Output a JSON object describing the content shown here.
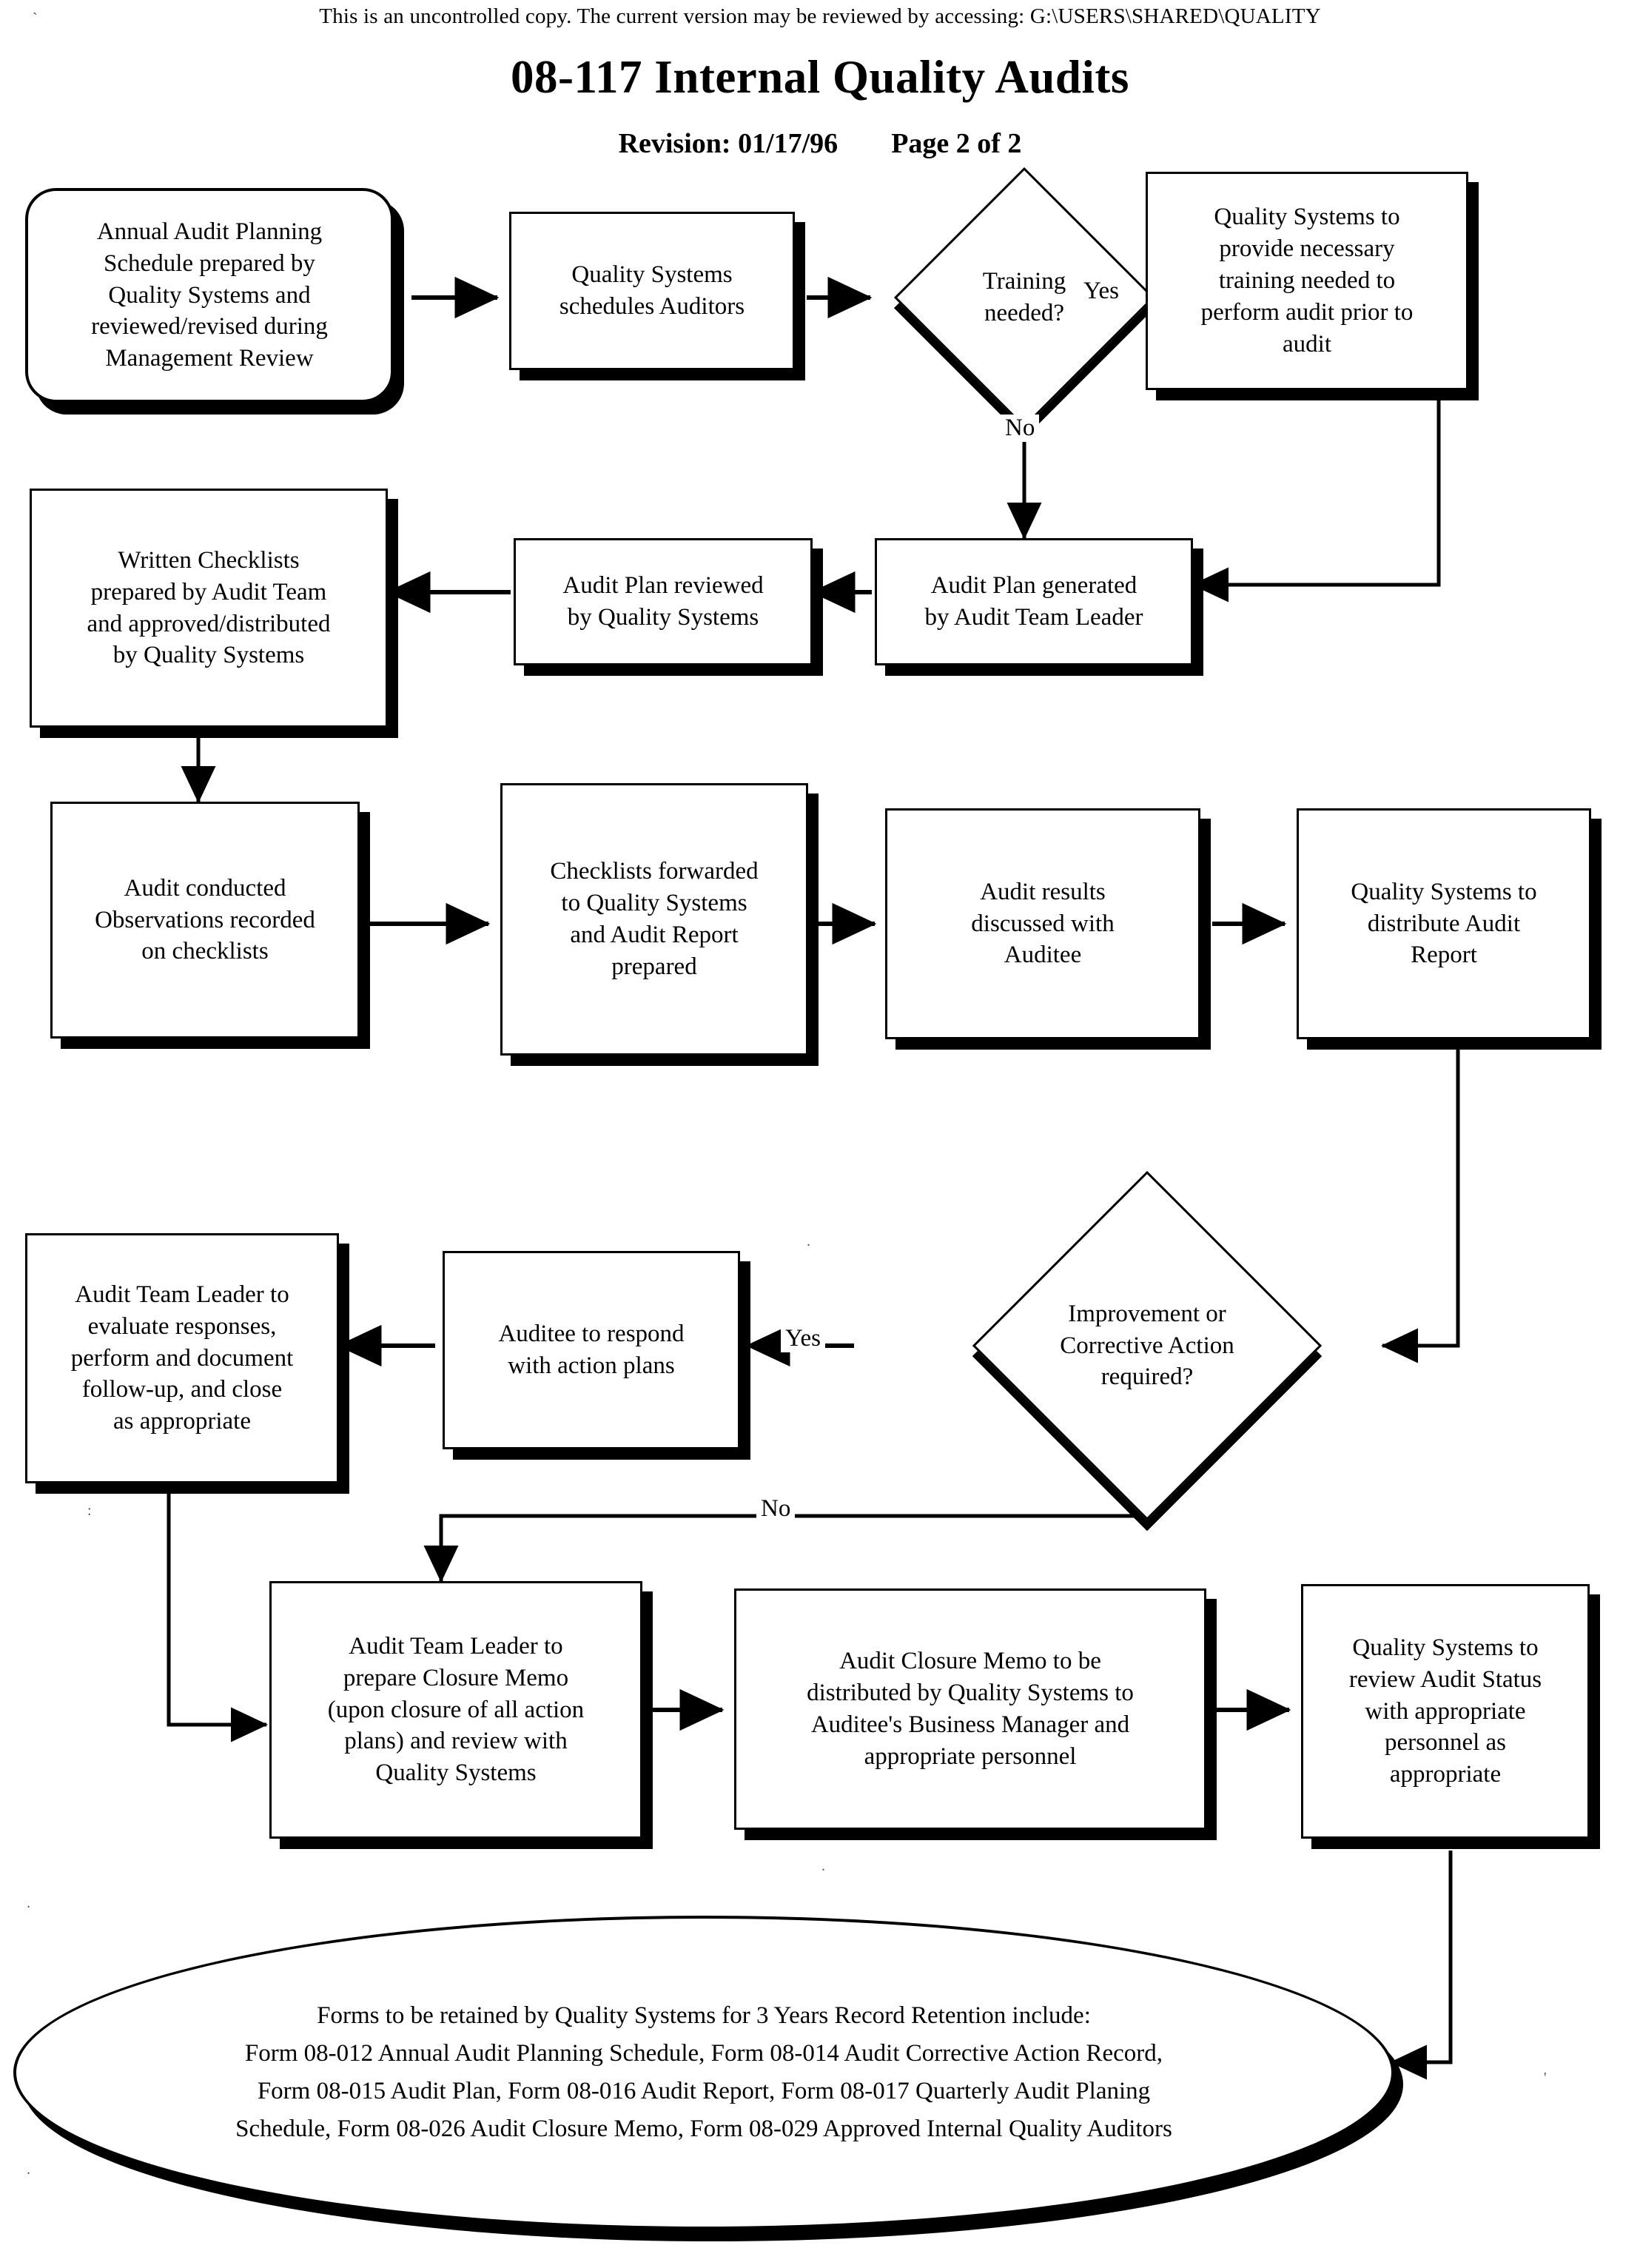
{
  "header": {
    "notice": "This is an uncontrolled copy.  The current version may be reviewed by accessing:  G:\\USERS\\SHARED\\QUALITY",
    "title": "08-117 Internal Quality Audits",
    "revision_label": "Revision:  01/17/96",
    "page_label": "Page 2 of 2"
  },
  "nodes": {
    "n1_annual_plan": "Annual Audit Planning\nSchedule prepared by\nQuality Systems and\nreviewed/revised during\nManagement Review",
    "n2_schedule_auditors": "Quality Systems\nschedules Auditors",
    "n3_training_needed": "Training\nneeded?",
    "n4_provide_training": "Quality Systems to\nprovide necessary\ntraining needed to\nperform audit prior to\naudit",
    "n5_plan_generated": "Audit Plan generated\nby Audit Team Leader",
    "n6_plan_reviewed": "Audit Plan reviewed\nby Quality Systems",
    "n7_written_checklists": "Written Checklists\nprepared by Audit Team\nand approved/distributed\nby Quality Systems",
    "n8_audit_conducted": "Audit conducted\nObservations recorded\non checklists",
    "n9_checklists_forwarded": "Checklists forwarded\nto Quality Systems\nand Audit Report\nprepared",
    "n10_results_discussed": "Audit results\ndiscussed with\nAuditee",
    "n11_distribute_report": "Quality Systems to\ndistribute Audit\nReport",
    "n12_improvement_required": "Improvement or\nCorrective Action\nrequired?",
    "n13_auditee_respond": "Auditee to respond\nwith action plans",
    "n14_evaluate_responses": "Audit Team Leader to\nevaluate responses,\nperform and document\nfollow-up, and close\nas appropriate",
    "n15_prepare_closure_memo": "Audit Team Leader to\nprepare Closure Memo\n(upon closure of all action\nplans) and review with\nQuality Systems",
    "n16_distribute_closure_memo": "Audit Closure Memo to be\ndistributed by Quality Systems to\nAuditee's Business Manager and\nappropriate personnel",
    "n17_review_audit_status": "Quality Systems to\nreview Audit Status\nwith appropriate\npersonnel as\nappropriate",
    "n18_forms_retained": "Forms to be retained by Quality Systems for 3 Years Record Retention include:\nForm 08-012 Annual Audit Planning Schedule, Form 08-014 Audit Corrective Action Record,\nForm 08-015 Audit Plan, Form 08-016 Audit Report, Form 08-017 Quarterly Audit Planing\nSchedule, Form 08-026 Audit Closure Memo, Form 08-029 Approved Internal Quality Auditors"
  },
  "edge_labels": {
    "training_yes": "Yes",
    "training_no": "No",
    "improvement_yes": "Yes",
    "improvement_no": "No"
  },
  "colors": {
    "ink": "#000000",
    "paper": "#ffffff"
  }
}
